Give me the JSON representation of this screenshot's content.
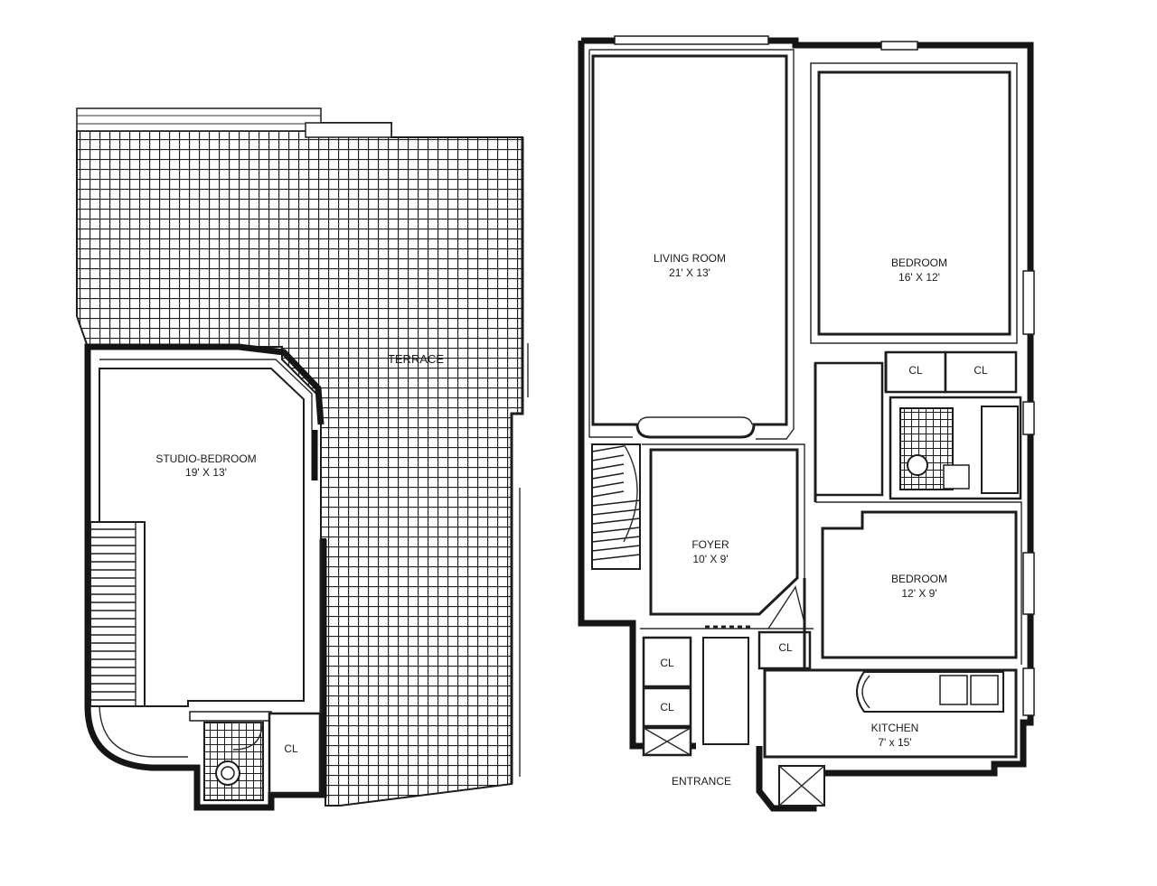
{
  "upper_level": {
    "terrace": {
      "name": "TERRACE"
    },
    "studio_bedroom": {
      "name": "STUDIO-BEDROOM",
      "size": "19' X 13'"
    },
    "closet": {
      "name": "CL"
    }
  },
  "lower_level": {
    "living_room": {
      "name": "LIVING ROOM",
      "size": "21' X 13'"
    },
    "bedroom_1": {
      "name": "BEDROOM",
      "size": "16' X 12'"
    },
    "bedroom_2": {
      "name": "BEDROOM",
      "size": "12' X 9'"
    },
    "foyer": {
      "name": "FOYER",
      "size": "10' X 9'"
    },
    "kitchen": {
      "name": "KITCHEN",
      "size": "7' x 15'"
    },
    "entrance": {
      "name": "ENTRANCE"
    },
    "closets": [
      "CL",
      "CL",
      "CL",
      "CL",
      "CL"
    ]
  },
  "colors": {
    "ink": "#1d1d1d",
    "paper": "#ffffff"
  }
}
